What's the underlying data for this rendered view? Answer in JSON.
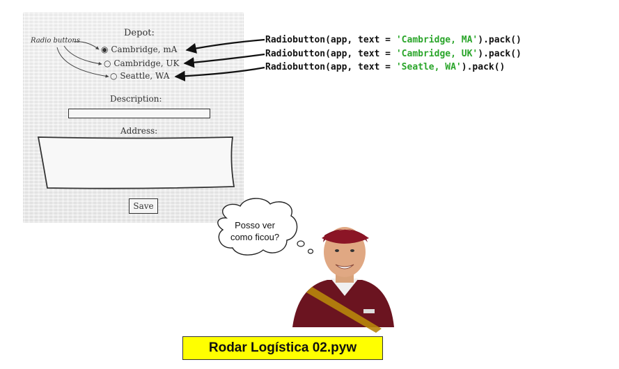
{
  "napkin": {
    "depot_label": "Depot:",
    "annotation": "Radio buttons",
    "options": [
      "Cambridge, mA",
      "Cambridge, UK",
      "Seattle, WA"
    ],
    "description_label": "Description:",
    "address_label": "Address:",
    "save_label": "Save"
  },
  "code": [
    {
      "prefix": "Radiobutton(app, text = ",
      "string": "'Cambridge, MA'",
      "suffix": ").pack()"
    },
    {
      "prefix": "Radiobutton(app, text = ",
      "string": "'Cambridge, UK'",
      "suffix": ").pack()"
    },
    {
      "prefix": "Radiobutton(app, text = ",
      "string": "'Seatle, WA'",
      "suffix": ").pack()"
    }
  ],
  "thought_bubble": {
    "line1": "Posso ver",
    "line2": "como ficou?"
  },
  "run_label": "Rodar Logística 02.pyw",
  "colors": {
    "string": "#2aa52a",
    "highlight": "#ffff00"
  }
}
